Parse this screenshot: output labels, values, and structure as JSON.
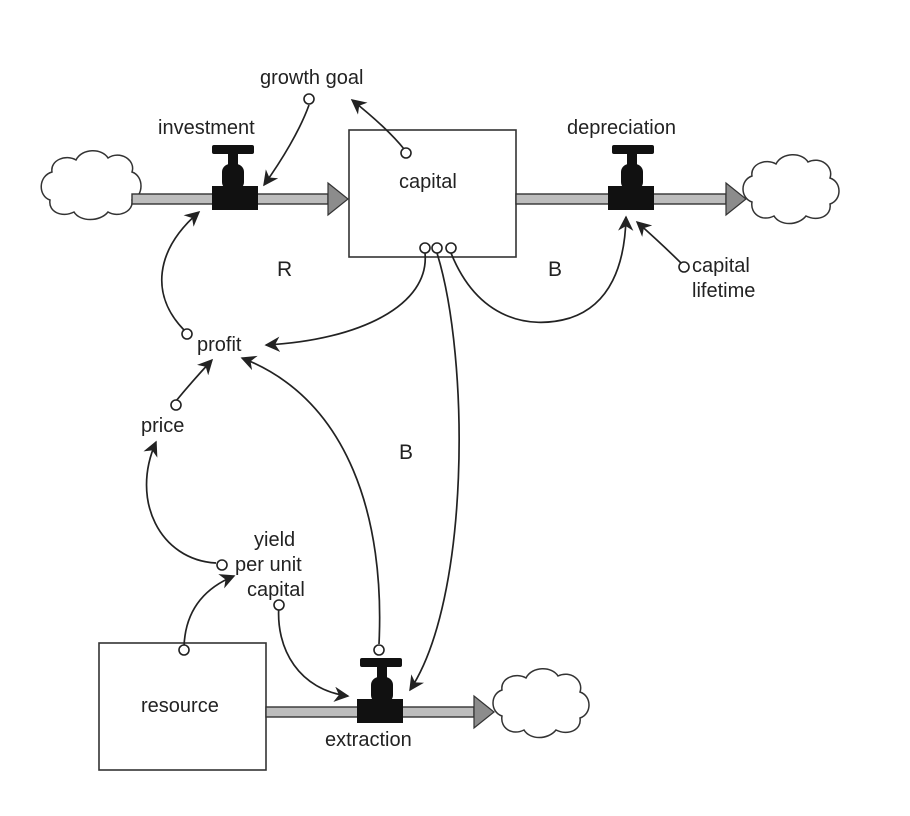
{
  "stocks": {
    "capital": "capital",
    "resource": "resource"
  },
  "flows": {
    "investment": "investment",
    "depreciation": "depreciation",
    "extraction": "extraction"
  },
  "converters": {
    "growth_goal": "growth goal",
    "profit": "profit",
    "price": "price",
    "capital_lifetime_line1": "capital",
    "capital_lifetime_line2": "lifetime",
    "yield_line1": "yield",
    "yield_line2": "per unit",
    "yield_line3": "capital"
  },
  "loops": {
    "reinforcing": "R",
    "balancing_depreciation": "B",
    "balancing_extraction": "B"
  }
}
